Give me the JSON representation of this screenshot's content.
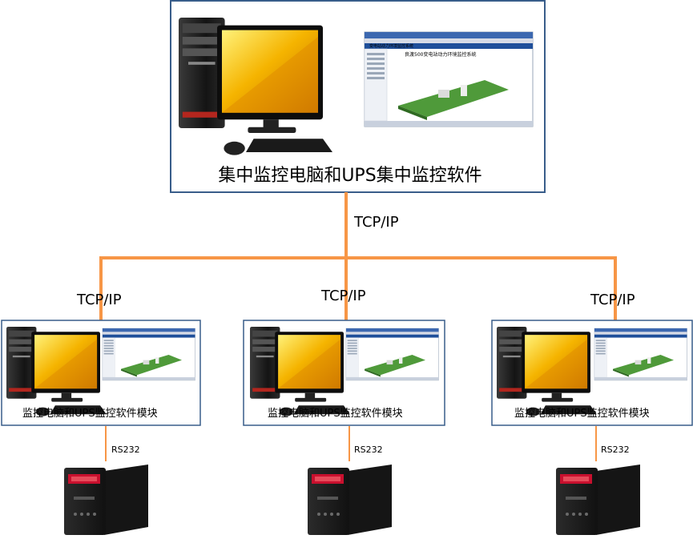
{
  "central": {
    "label": "集中监控电脑和UPS集中监控软件",
    "screen_title": "变电站动力环境监控系统",
    "screen_heading": "良渡500变电站动力环境监控系统"
  },
  "network": {
    "trunk_label": "TCP/IP",
    "branch_labels": [
      "TCP/IP",
      "TCP/IP",
      "TCP/IP"
    ]
  },
  "sites": [
    {
      "label": "监控电脑和UPS监控软件模块",
      "serial_label": "RS232"
    },
    {
      "label": "监控电脑和UPS监控软件模块",
      "serial_label": "RS232"
    },
    {
      "label": "监控电脑和UPS监控软件模块",
      "serial_label": "RS232"
    }
  ],
  "colors": {
    "connector": "#f79646",
    "box_border": "#385d8a",
    "monitor_screen": "#f5b400",
    "tower": "#1b1b1b",
    "ups_body": "#1f1f1f",
    "ups_logo": "#c8102e"
  }
}
